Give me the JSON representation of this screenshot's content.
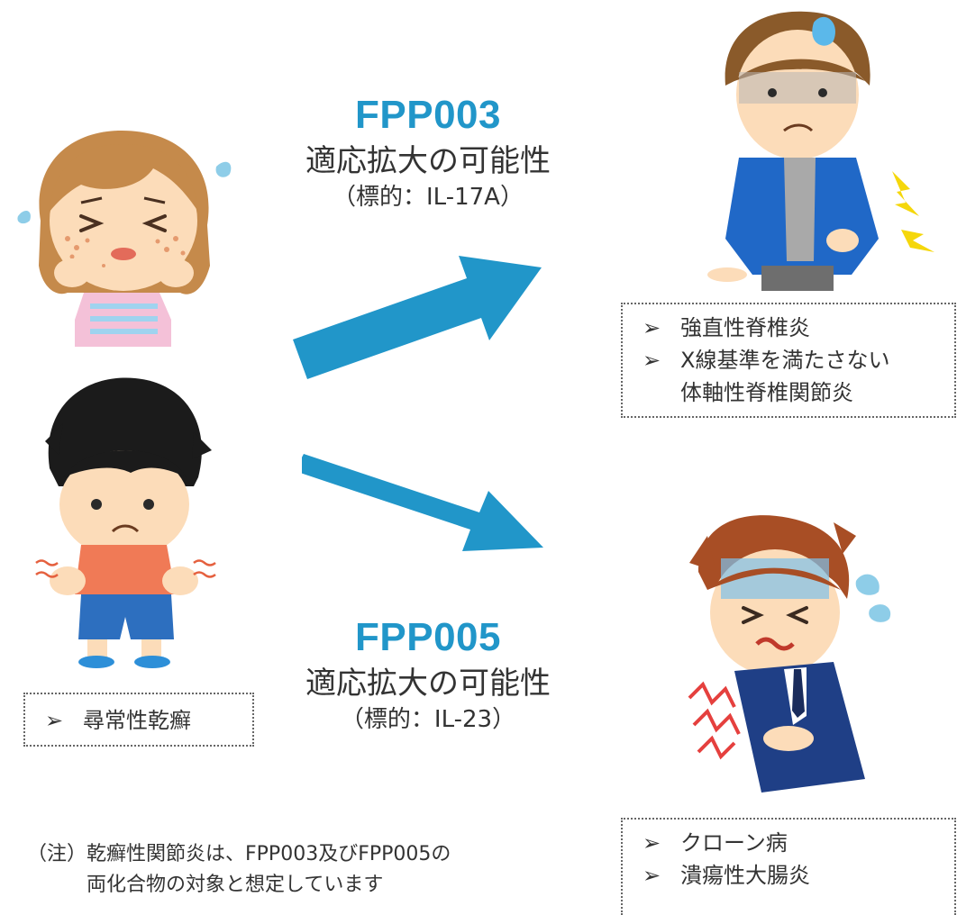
{
  "colors": {
    "accent": "#2196c9",
    "text": "#333333",
    "box_border": "#666666"
  },
  "center": {
    "fpp003": {
      "name": "FPP003",
      "subtitle": "適応拡大の可能性",
      "target": "（標的：IL-17A）"
    },
    "fpp005": {
      "name": "FPP005",
      "subtitle": "適応拡大の可能性",
      "target": "（標的：IL-23）"
    }
  },
  "left_box": {
    "bullet": "➢",
    "items": [
      "尋常性乾癬"
    ]
  },
  "right_top_box": {
    "bullet": "➢",
    "items": [
      "強直性脊椎炎",
      "X線基準を満たさない"
    ],
    "continuation": "体軸性脊椎関節炎"
  },
  "right_bottom_box": {
    "bullet": "➢",
    "items": [
      "クローン病",
      "潰瘍性大腸炎"
    ]
  },
  "note": {
    "prefix": "（注）",
    "line1": "乾癬性関節炎は、FPP003及びFPP005の",
    "line2": "両化合物の対象と想定しています"
  }
}
